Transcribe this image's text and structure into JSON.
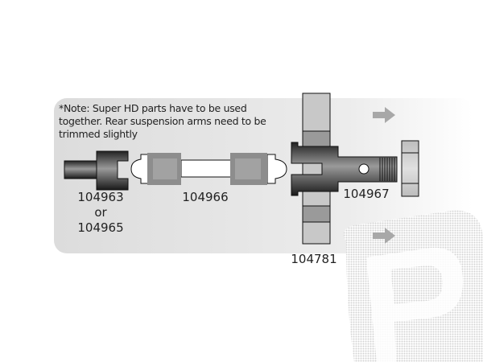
{
  "note": "*Note: Super HD parts have to be used together. Rear suspension arms need to be trimmed slightly",
  "parts": {
    "outdrive": {
      "code": "104963",
      "or": "or",
      "alt_code": "104965"
    },
    "dogbone": {
      "code": "104966"
    },
    "hub": {
      "code": "104967"
    },
    "gear": {
      "code": "104781"
    }
  },
  "colors": {
    "panel": "#e4e4e4",
    "dark_part": "#3a3a3a",
    "gray_part": "#8a8a8a",
    "arrow": "#a8a8a8"
  }
}
